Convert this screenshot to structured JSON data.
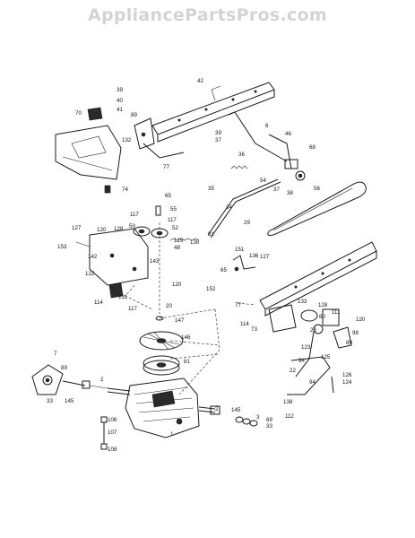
{
  "watermark": "AppliancePartsPros.com",
  "callouts": [
    {
      "id": "c42",
      "text": "42"
    },
    {
      "id": "c39",
      "text": "39"
    },
    {
      "id": "c40",
      "text": "40"
    },
    {
      "id": "c41",
      "text": "41"
    },
    {
      "id": "c70",
      "text": "70"
    },
    {
      "id": "c89a",
      "text": "89"
    },
    {
      "id": "c132",
      "text": "132"
    },
    {
      "id": "c39b",
      "text": "39"
    },
    {
      "id": "c37a",
      "text": "37"
    },
    {
      "id": "c6",
      "text": "6"
    },
    {
      "id": "c46",
      "text": "46"
    },
    {
      "id": "c68",
      "text": "68"
    },
    {
      "id": "c77a",
      "text": "77"
    },
    {
      "id": "c36",
      "text": "36"
    },
    {
      "id": "c74",
      "text": "74"
    },
    {
      "id": "c54",
      "text": "54"
    },
    {
      "id": "c37b",
      "text": "37"
    },
    {
      "id": "c38",
      "text": "38"
    },
    {
      "id": "c56",
      "text": "56"
    },
    {
      "id": "c35",
      "text": "35"
    },
    {
      "id": "c34",
      "text": "34"
    },
    {
      "id": "c65",
      "text": "65"
    },
    {
      "id": "c117a",
      "text": "117"
    },
    {
      "id": "c55",
      "text": "55"
    },
    {
      "id": "c117b",
      "text": "117"
    },
    {
      "id": "c29",
      "text": "29"
    },
    {
      "id": "c127a",
      "text": "127"
    },
    {
      "id": "c120a",
      "text": "120"
    },
    {
      "id": "c128a",
      "text": "128"
    },
    {
      "id": "c50",
      "text": "50"
    },
    {
      "id": "c52",
      "text": "52"
    },
    {
      "id": "c153",
      "text": "153"
    },
    {
      "id": "c142",
      "text": "142"
    },
    {
      "id": "c129",
      "text": "129"
    },
    {
      "id": "c48",
      "text": "48"
    },
    {
      "id": "c130",
      "text": "130"
    },
    {
      "id": "c31",
      "text": "31"
    },
    {
      "id": "c151",
      "text": "151"
    },
    {
      "id": "c136",
      "text": "136"
    },
    {
      "id": "c127b",
      "text": "127"
    },
    {
      "id": "c143",
      "text": "143"
    },
    {
      "id": "c122",
      "text": "122"
    },
    {
      "id": "c120b",
      "text": "120"
    },
    {
      "id": "c152",
      "text": "152"
    },
    {
      "id": "c65b",
      "text": "65"
    },
    {
      "id": "c77b",
      "text": "77"
    },
    {
      "id": "c114a",
      "text": "114"
    },
    {
      "id": "c117c",
      "text": "117"
    },
    {
      "id": "c131",
      "text": "131"
    },
    {
      "id": "c133",
      "text": "133"
    },
    {
      "id": "c128b",
      "text": "128"
    },
    {
      "id": "c20",
      "text": "20"
    },
    {
      "id": "c147",
      "text": "147"
    },
    {
      "id": "c111",
      "text": "111"
    },
    {
      "id": "c80",
      "text": "80"
    },
    {
      "id": "c114b",
      "text": "114"
    },
    {
      "id": "c73",
      "text": "73"
    },
    {
      "id": "c120c",
      "text": "120"
    },
    {
      "id": "c23a",
      "text": "23"
    },
    {
      "id": "c98",
      "text": "98"
    },
    {
      "id": "c146",
      "text": "146"
    },
    {
      "id": "c89b",
      "text": "89"
    },
    {
      "id": "c123",
      "text": "123"
    },
    {
      "id": "c7",
      "text": "7"
    },
    {
      "id": "c81",
      "text": "81"
    },
    {
      "id": "c94a",
      "text": "94"
    },
    {
      "id": "c125",
      "text": "125"
    },
    {
      "id": "c89c",
      "text": "89"
    },
    {
      "id": "c22",
      "text": "22"
    },
    {
      "id": "c126",
      "text": "126"
    },
    {
      "id": "c124",
      "text": "124"
    },
    {
      "id": "c33a",
      "text": "33"
    },
    {
      "id": "c2a",
      "text": "2"
    },
    {
      "id": "c94b",
      "text": "94"
    },
    {
      "id": "c145a",
      "text": "145"
    },
    {
      "id": "c138",
      "text": "138"
    },
    {
      "id": "c2b",
      "text": "2"
    },
    {
      "id": "c112",
      "text": "112"
    },
    {
      "id": "c145b",
      "text": "145"
    },
    {
      "id": "c106",
      "text": "106"
    },
    {
      "id": "c3",
      "text": "3"
    },
    {
      "id": "c69",
      "text": "69"
    },
    {
      "id": "c33b",
      "text": "33"
    },
    {
      "id": "c107",
      "text": "107"
    },
    {
      "id": "c1",
      "text": "1"
    },
    {
      "id": "c108",
      "text": "108"
    }
  ]
}
